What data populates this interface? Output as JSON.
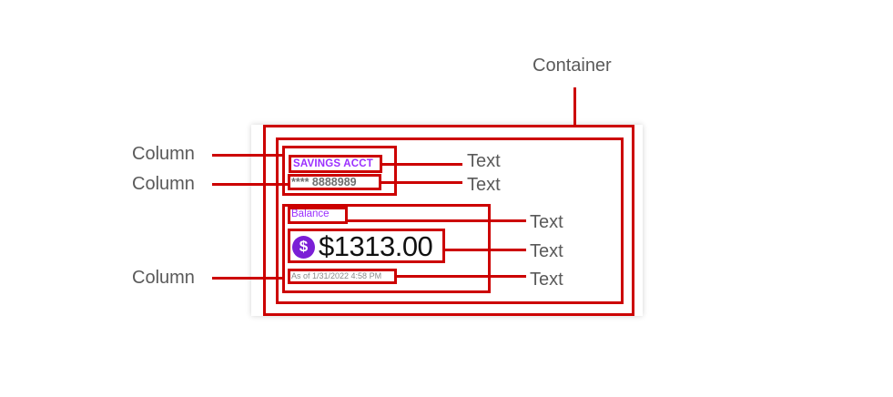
{
  "callouts": {
    "container": "Container",
    "column_1": "Column",
    "column_2": "Column",
    "column_3": "Column",
    "text_1": "Text",
    "text_2": "Text",
    "text_3": "Text",
    "text_4": "Text",
    "text_5": "Text"
  },
  "card": {
    "account_type": "SAVINGS ACCT",
    "account_number": "**** 8888989",
    "balance_label": "Balance",
    "currency_icon": "$",
    "amount": "$1313.00",
    "as_of": "As of 1/31/2022 4:58 PM"
  },
  "colors": {
    "annotation": "#cc0000",
    "accent": "#9b30ff",
    "icon_bg": "#7b1fd6"
  }
}
